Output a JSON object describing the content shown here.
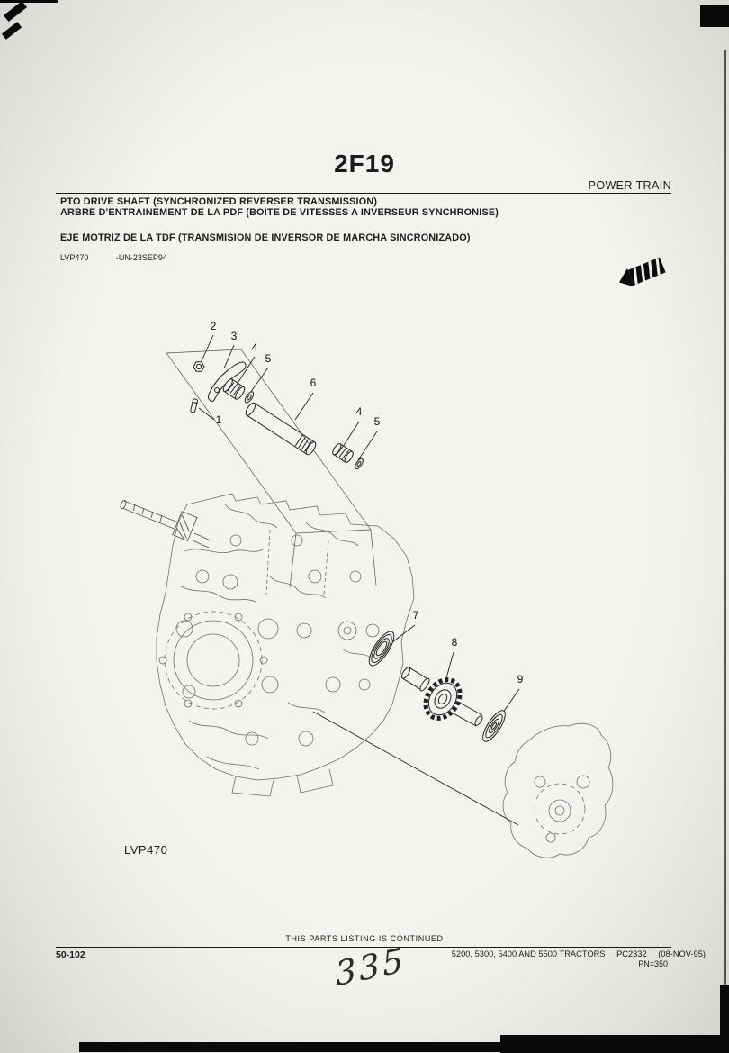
{
  "page": {
    "code": "2F19",
    "section": "POWER TRAIN",
    "title_en": "PTO DRIVE SHAFT (SYNCHRONIZED REVERSER TRANSMISSION)",
    "title_fr": "ARBRE D'ENTRAINEMENT DE LA PDF (BOITE DE VITESSES A INVERSEUR SYNCHRONISE)",
    "title_es": "EJE MOTRIZ DE LA TDF (TRANSMISION DE INVERSOR DE MARCHA SINCRONIZADO)"
  },
  "figure": {
    "id": "LVP470",
    "ref": "-UN-23SEP94",
    "caption": "LVP470",
    "callouts": [
      {
        "n": "2"
      },
      {
        "n": "3"
      },
      {
        "n": "4"
      },
      {
        "n": "5"
      },
      {
        "n": "6"
      },
      {
        "n": "4"
      },
      {
        "n": "5"
      },
      {
        "n": "1"
      },
      {
        "n": "7"
      },
      {
        "n": "8"
      },
      {
        "n": "9"
      }
    ]
  },
  "footer": {
    "continued": "THIS PARTS LISTING IS CONTINUED",
    "page_no": "50-102",
    "models": "5200, 5300, 5400 AND 5500 TRACTORS",
    "doc": "PC2332",
    "date": "(08-NOV-95)",
    "pn": "PN=350",
    "handwritten": "335"
  },
  "colors": {
    "paper": "#f3f1ee",
    "ink": "#1c1c1c",
    "light_line": "#6f6f6f"
  }
}
